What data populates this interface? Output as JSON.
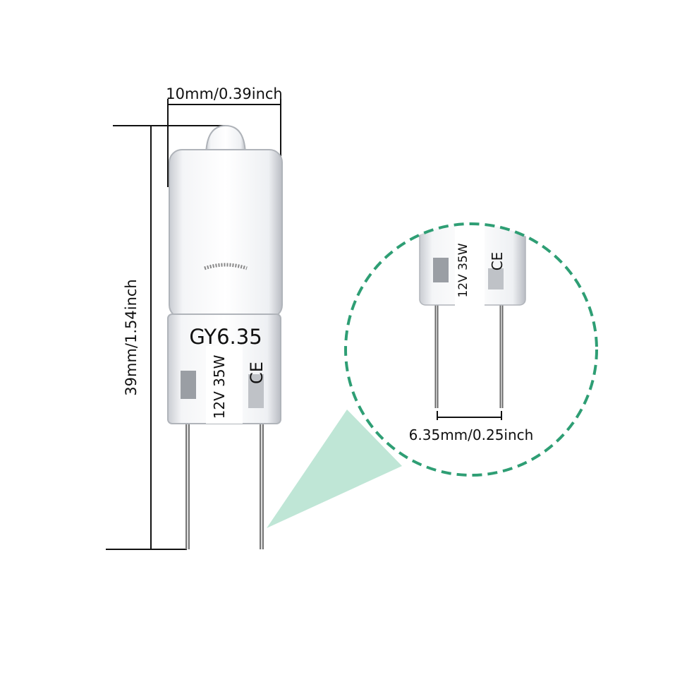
{
  "dimensions": {
    "width_label": "10mm/0.39inch",
    "height_label": "39mm/1.54inch",
    "pin_spacing_label": "6.35mm/0.25inch"
  },
  "bulb_markings": {
    "base_type": "GY6.35",
    "rating": "12V 35W",
    "certification": "CE"
  },
  "colors": {
    "accent": "#2e9e74",
    "callout_fill": "#bfe6d6"
  }
}
